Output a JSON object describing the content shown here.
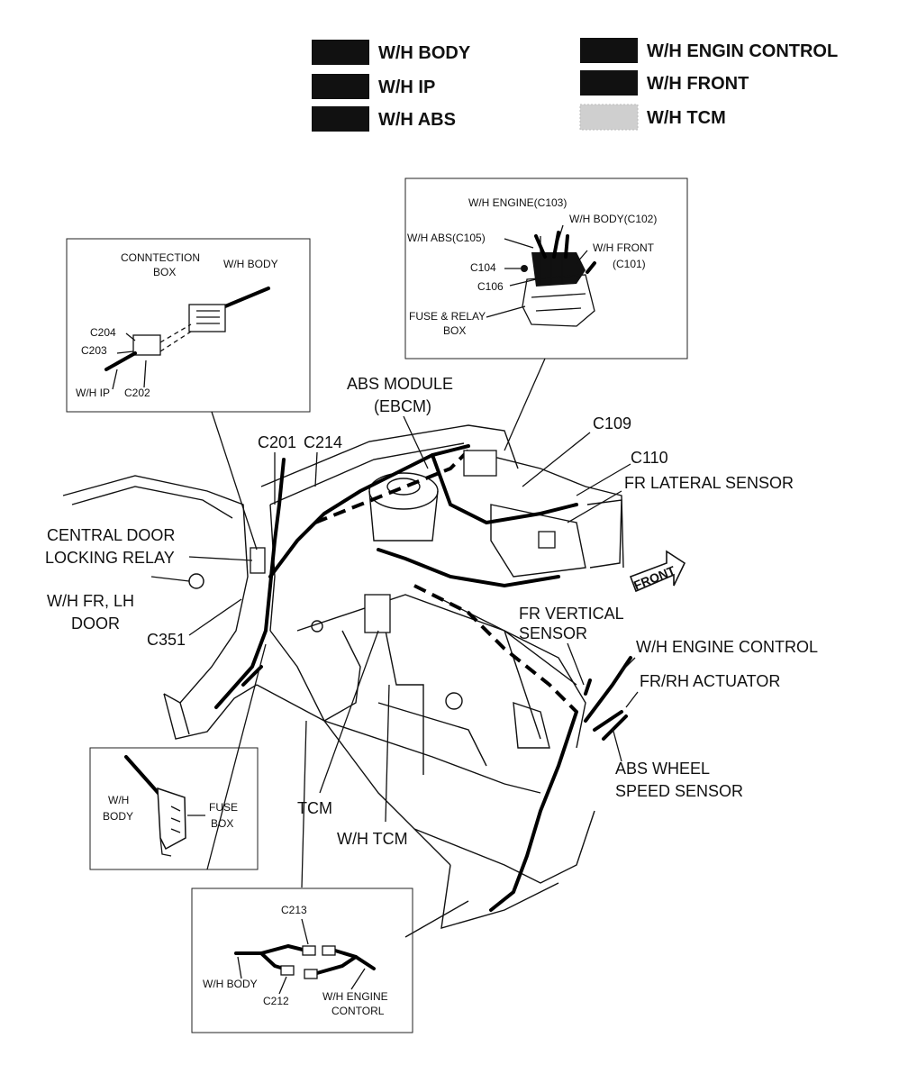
{
  "legend": [
    {
      "label": "W/H BODY",
      "swatch": "#111111"
    },
    {
      "label": "W/H IP",
      "swatch": "#111111"
    },
    {
      "label": "W/H ABS",
      "swatch": "#111111"
    },
    {
      "label": "W/H ENGIN CONTROL",
      "swatch": "#111111"
    },
    {
      "label": "W/H FRONT",
      "swatch": "#111111"
    },
    {
      "label": "W/H TCM",
      "swatch": "#cfcfcf"
    }
  ],
  "connection_inset": {
    "conn_box_l1": "CONNTECTION",
    "conn_box_l2": "BOX",
    "wh_body": "W/H BODY",
    "c204": "C204",
    "c203": "C203",
    "wh_ip": "W/H IP",
    "c202": "C202"
  },
  "fuse_relay_inset": {
    "wh_engine": "W/H ENGINE(C103)",
    "wh_body": "W/H BODY(C102)",
    "wh_abs": "W/H ABS(C105)",
    "wh_front_l1": "W/H FRONT",
    "wh_front_l2": "(C101)",
    "c104": "C104",
    "c106": "C106",
    "fuse_relay_l1": "FUSE & RELAY",
    "fuse_relay_l2": "BOX"
  },
  "fuse_box_inset": {
    "wh_body_l1": "W/H",
    "wh_body_l2": "BODY",
    "fuse_box_l1": "FUSE",
    "fuse_box_l2": "BOX"
  },
  "c213_inset": {
    "c213": "C213",
    "wh_body": "W/H BODY",
    "c212": "C212",
    "wh_engine_l1": "W/H ENGINE",
    "wh_engine_l2": "CONTORL"
  },
  "main_labels": {
    "abs_module_l1": "ABS MODULE",
    "abs_module_l2": "(EBCM)",
    "c109": "C109",
    "c110": "C110",
    "fr_lateral": "FR LATERAL SENSOR",
    "c201": "C201",
    "c214": "C214",
    "central_l1": "CENTRAL DOOR",
    "central_l2": "LOCKING RELAY",
    "wh_fr_l1": "W/H FR, LH",
    "wh_fr_l2": "DOOR",
    "c351": "C351",
    "front": "FRONT",
    "fr_vertical_l1": "FR VERTICAL",
    "fr_vertical_l2": "SENSOR",
    "wh_engine_control": "W/H ENGINE CONTROL",
    "fr_rh_actuator": "FR/RH ACTUATOR",
    "abs_wheel_l1": "ABS WHEEL",
    "abs_wheel_l2": "SPEED SENSOR",
    "tcm": "TCM",
    "wh_tcm": "W/H TCM"
  }
}
